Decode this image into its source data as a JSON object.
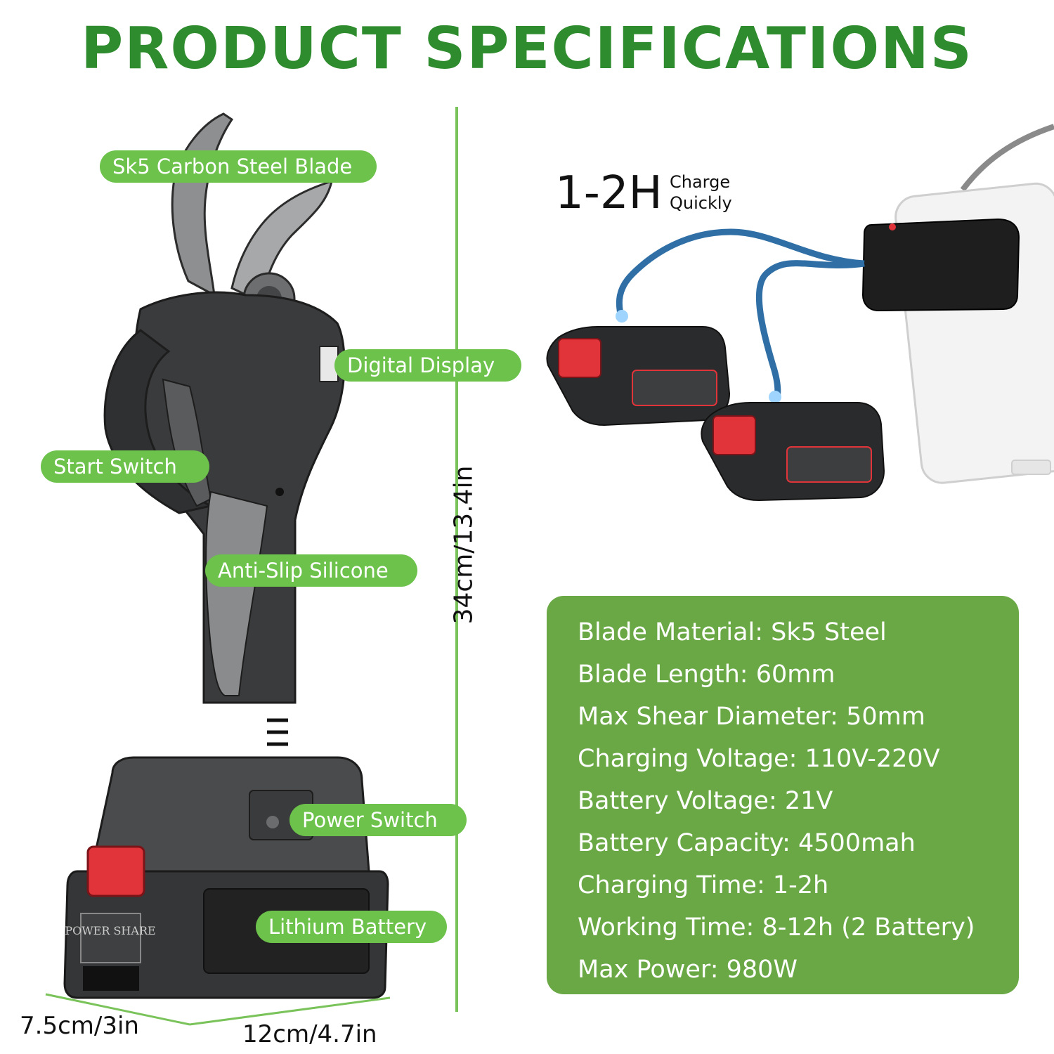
{
  "title": "PRODUCT SPECIFICATIONS",
  "colors": {
    "title_green": "#2e8b2e",
    "pill_green": "#6cc24a",
    "panel_green": "#6aa845",
    "tool_dark": "#3a3b3c",
    "battery_red": "#e0343a"
  },
  "labels": {
    "blade": "Sk5 Carbon Steel Blade",
    "display": "Digital Display",
    "start": "Start Switch",
    "grip": "Anti-Slip Silicone",
    "power": "Power Switch",
    "battery": "Lithium Battery"
  },
  "dimensions": {
    "height": "34cm/13.4in",
    "depth": "7.5cm/3in",
    "width": "12cm/4.7in"
  },
  "charge": {
    "time": "1-2H",
    "line1": "Charge",
    "line2": "Quickly"
  },
  "battery_branding": "POWER SHARE",
  "specs": [
    "Blade Material: Sk5 Steel",
    "Blade Length: 60mm",
    "Max Shear Diameter: 50mm",
    "Charging Voltage: 110V-220V",
    "Battery Voltage: 21V",
    "Battery Capacity: 4500mah",
    "Charging Time:  1-2h",
    "Working Time: 8-12h (2 Battery)",
    "Max Power: 980W"
  ]
}
